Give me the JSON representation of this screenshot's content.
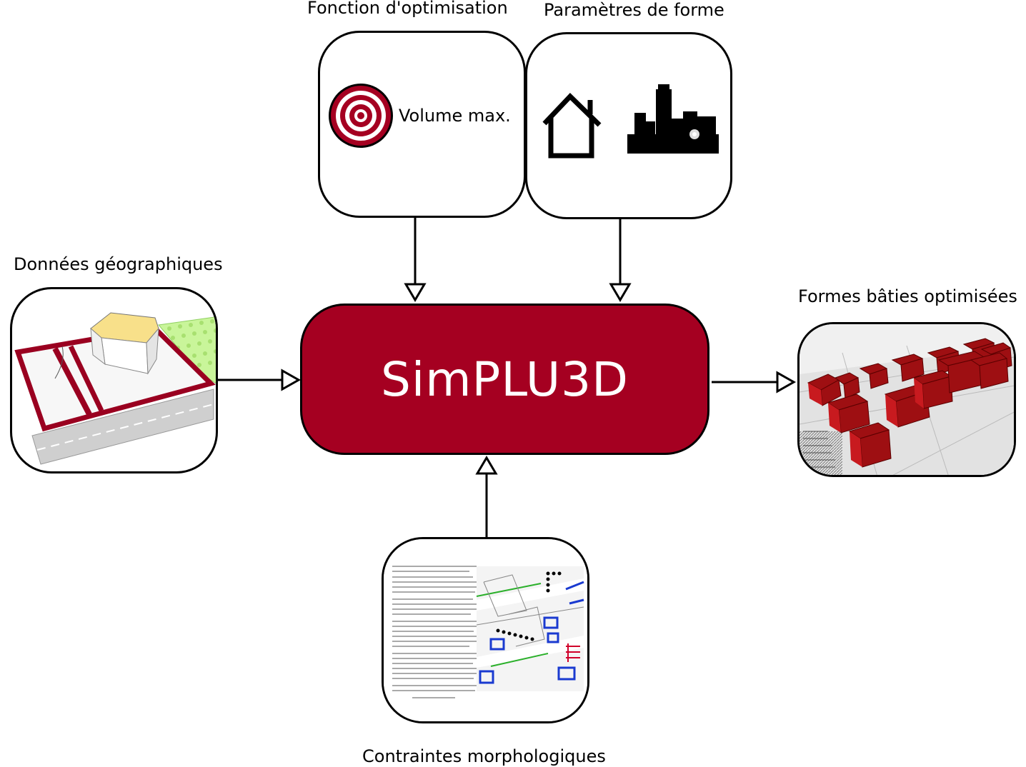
{
  "diagram": {
    "center_label": "SimPLU3D",
    "accent_color": "#a50021",
    "labels": {
      "objective_function": "Fonction d'optimisation",
      "shape_parameters": "Paramètres de forme",
      "geographic_data": "Données géographiques",
      "optimized_forms": "Formes bâties optimisées",
      "morphological_constraints": "Contraintes morphologiques"
    },
    "objective_box": {
      "text": "Volume max.",
      "icon": "target-icon"
    },
    "shape_box": {
      "icons": [
        "house-icon",
        "skyline-icon"
      ]
    },
    "geographic_box": {
      "icon": "parcel-3d-illustration"
    },
    "output_box": {
      "icon": "optimized-city-3d-illustration"
    },
    "constraints_box": {
      "icon": "plu-document-map-illustration"
    }
  }
}
